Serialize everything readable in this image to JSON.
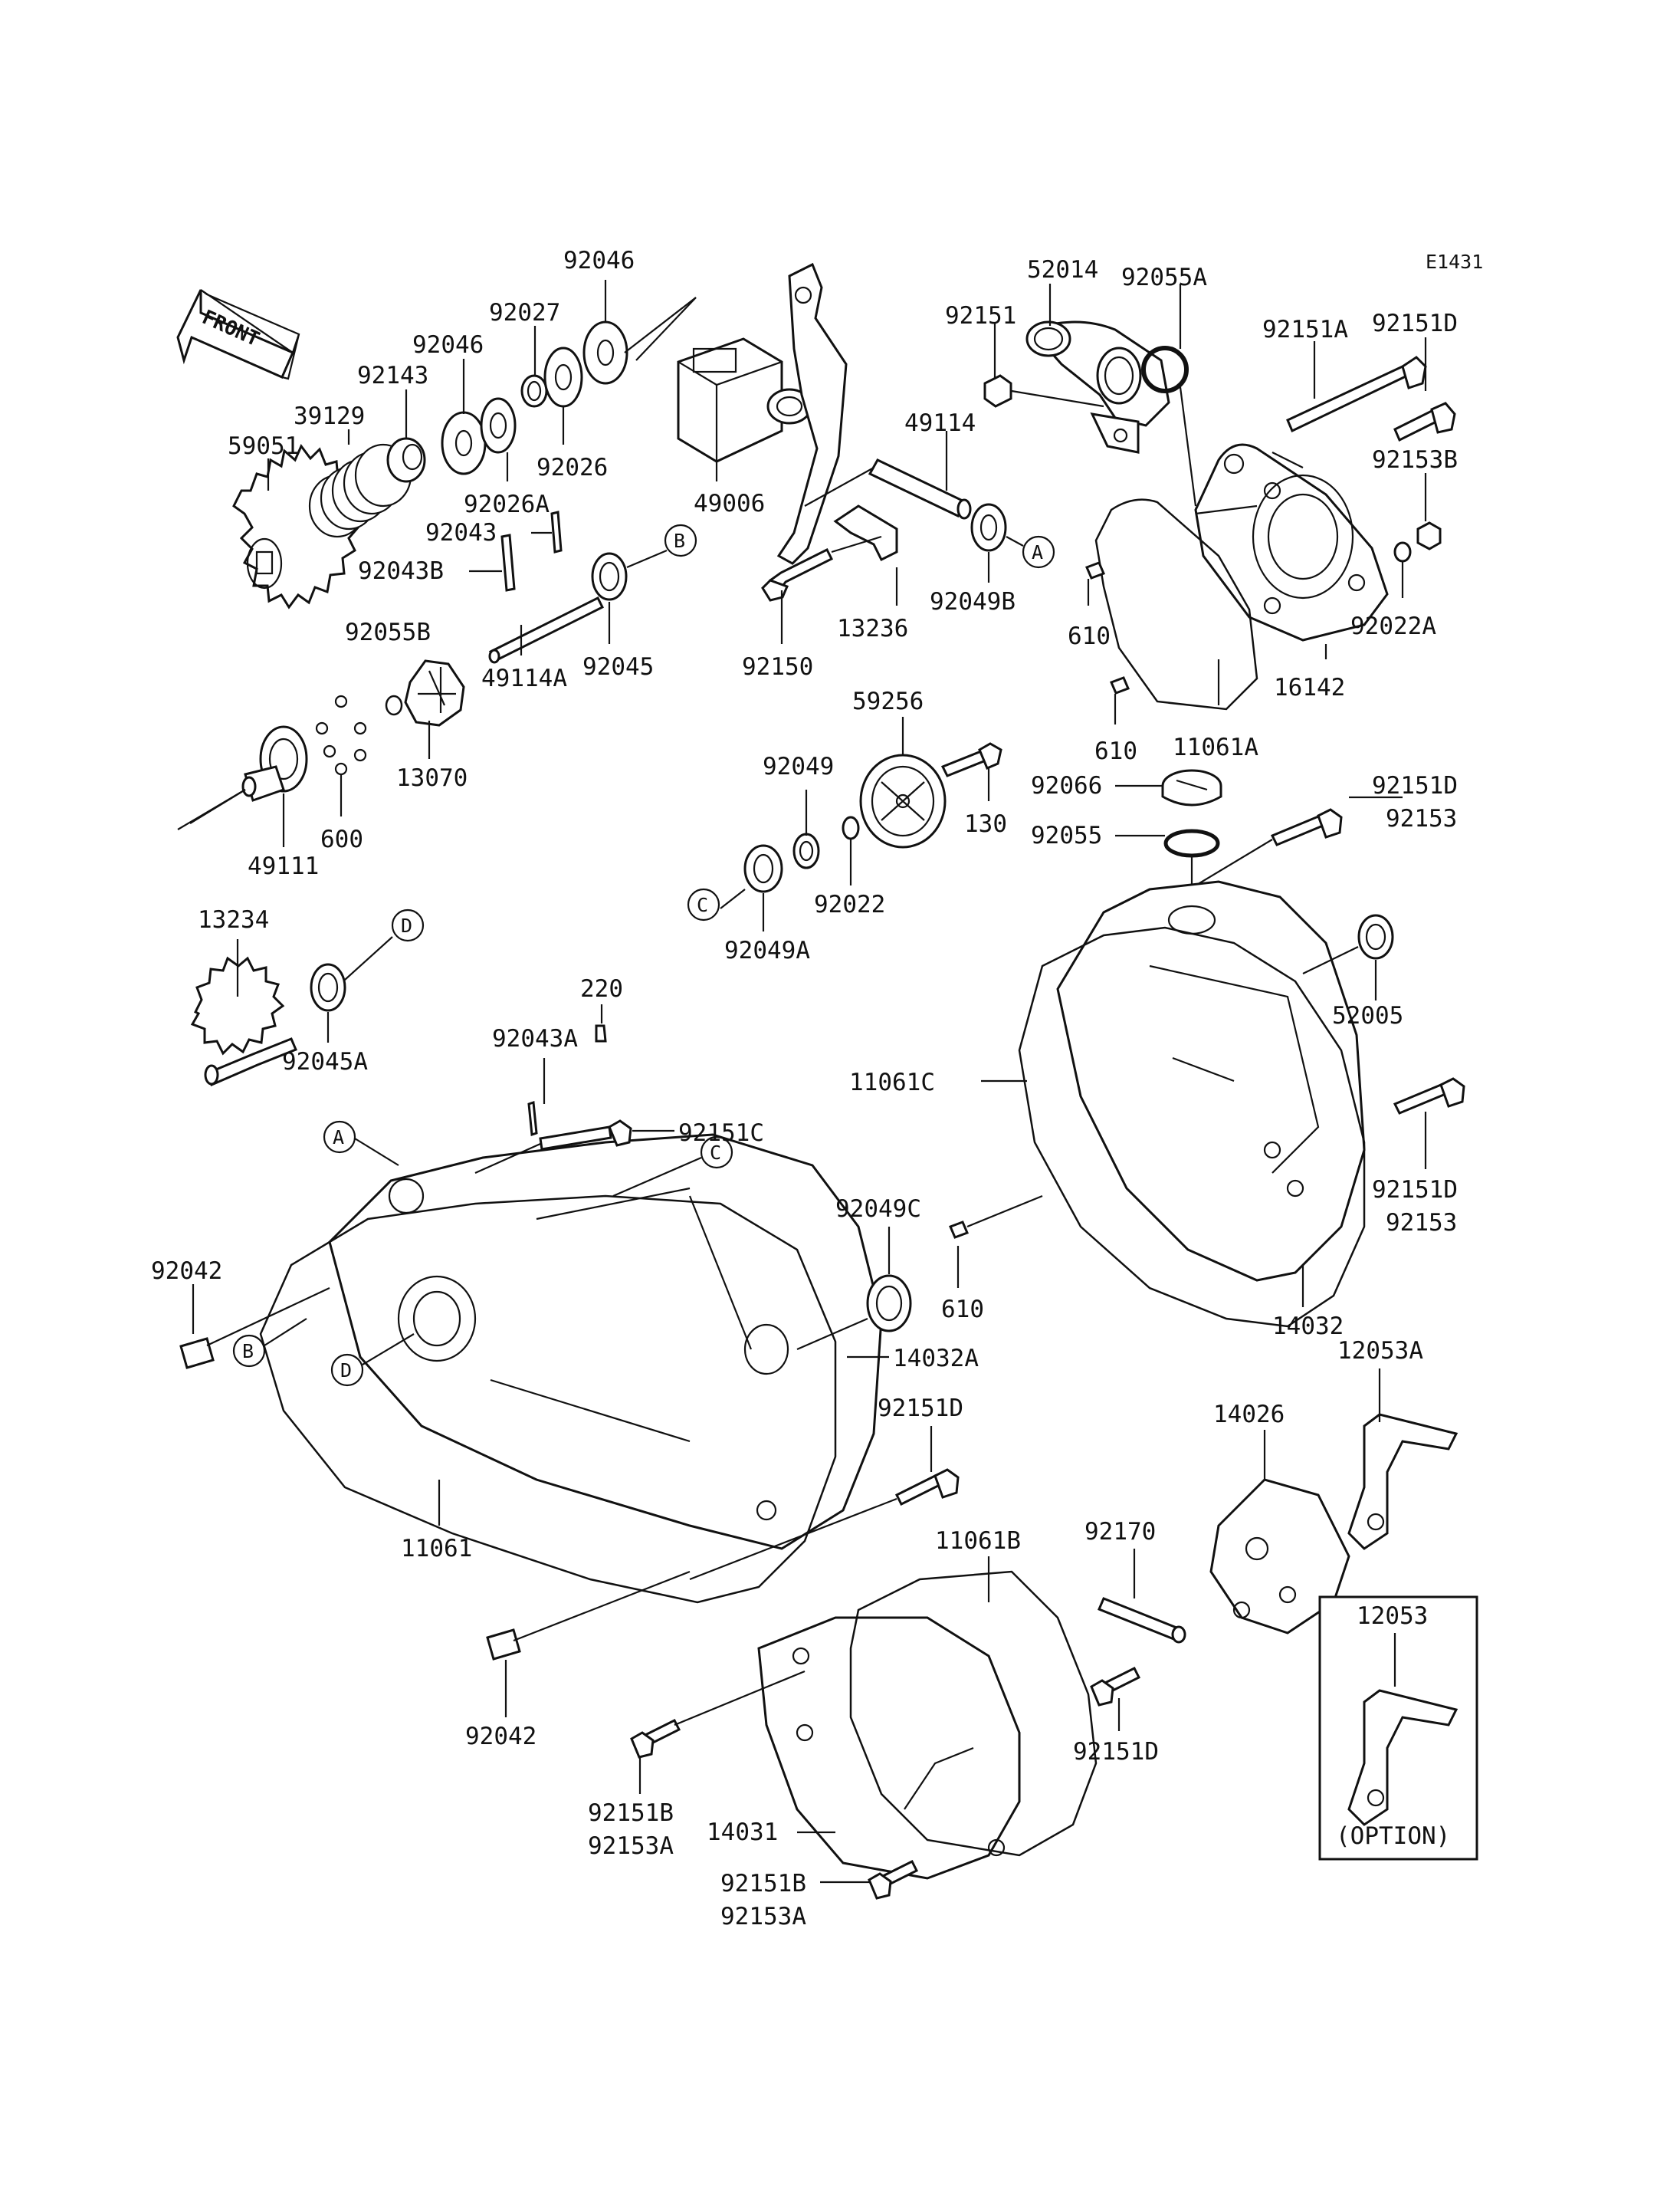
{
  "diagram_code": "E1431",
  "front_label": "FRONT",
  "option_label": "(OPTION)",
  "labels": {
    "p92046_top": "92046",
    "p92027": "92027",
    "p92046": "92046",
    "p92143": "92143",
    "p39129": "39129",
    "p59051": "59051",
    "p92026": "92026",
    "p92026A": "92026A",
    "p49006": "49006",
    "p49114": "49114",
    "p52014": "52014",
    "p92055A": "92055A",
    "p92151": "92151",
    "p92151A": "92151A",
    "p92151D_top": "92151D",
    "p92153B": "92153B",
    "p92022A": "92022A",
    "p16142": "16142",
    "p11061A": "11061A",
    "p610_a": "610",
    "p610_b": "610",
    "p92043": "92043",
    "p92043B": "92043B",
    "p92045": "92045",
    "p49114A": "49114A",
    "p92055B": "92055B",
    "p13070": "13070",
    "p13236": "13236",
    "p92049B": "92049B",
    "p92150": "92150",
    "p59256": "59256",
    "p130": "130",
    "p92049": "92049",
    "p92022": "92022",
    "p92049A": "92049A",
    "p92066": "92066",
    "p92055": "92055",
    "p92151D_r1": "92151D",
    "p92153_r1": "92153",
    "p600": "600",
    "p49111": "49111",
    "p13234": "13234",
    "p92045A": "92045A",
    "p220": "220",
    "p92043A": "92043A",
    "p92151C": "92151C",
    "p52005": "52005",
    "p11061C": "11061C",
    "p92151D_r2": "92151D",
    "p92153_r2": "92153",
    "p92049C": "92049C",
    "p610_c": "610",
    "p14032": "14032",
    "p12053A": "12053A",
    "p92042_a": "92042",
    "p14032A": "14032A",
    "p92151D_mid": "92151D",
    "p14026": "14026",
    "p11061": "11061",
    "p11061B": "11061B",
    "p92170": "92170",
    "p12053": "12053",
    "p92151D_low": "92151D",
    "p92042_b": "92042",
    "p92151B_a": "92151B",
    "p92153A_a": "92153A",
    "p14031": "14031",
    "p92151B_b": "92151B",
    "p92153A_b": "92153A"
  },
  "refs": {
    "a1": "A",
    "a2": "A",
    "b1": "B",
    "b2": "B",
    "c1": "C",
    "c2": "C",
    "d1": "D",
    "d2": "D"
  }
}
